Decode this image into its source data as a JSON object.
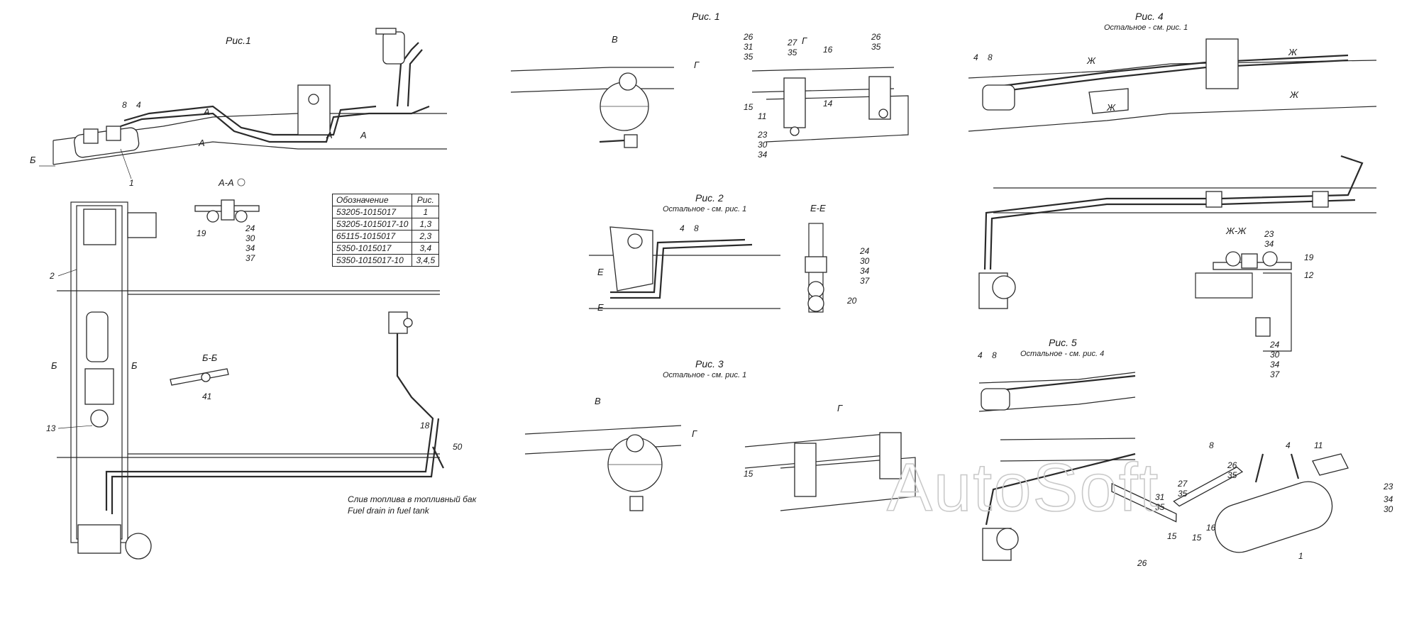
{
  "titles": {
    "fig1_left": "Рис.1",
    "fig1_mid": "Рис. 1",
    "fig2": "Рис. 2",
    "fig2_sub": "Остальное - см. рис. 1",
    "fig3": "Рис. 3",
    "fig3_sub": "Остальное - см. рис. 1",
    "fig4": "Рис. 4",
    "fig4_sub": "Остальное - см. рис. 1",
    "fig5": "Рис. 5",
    "fig5_sub": "Остальное - см. рис. 4"
  },
  "sections": {
    "AA": "А-А",
    "BB": "Б-Б",
    "EE": "Е-Е",
    "ZhZh": "Ж-Ж",
    "V": "В",
    "G": "Г",
    "A": "А",
    "B": "Б",
    "E": "Е",
    "Zh": "Ж"
  },
  "table": {
    "headers": [
      "Обозначение",
      "Рис."
    ],
    "rows": [
      [
        "53205-1015017",
        "1"
      ],
      [
        "53205-1015017-10",
        "1,3"
      ],
      [
        "65115-1015017",
        "2,3"
      ],
      [
        "5350-1015017",
        "3,4"
      ],
      [
        "5350-1015017-10",
        "3,4,5"
      ]
    ]
  },
  "notes": {
    "fuel_drain_ru": "Слив топлива в топливный бак",
    "fuel_drain_en": "Fuel drain in fuel tank"
  },
  "callouts": {
    "n1": "1",
    "n2": "2",
    "n4": "4",
    "n8": "8",
    "n11": "11",
    "n12": "12",
    "n13": "13",
    "n14": "14",
    "n15": "15",
    "n16": "16",
    "n18": "18",
    "n19": "19",
    "n20": "20",
    "n23": "23",
    "n24": "24",
    "n26": "26",
    "n27": "27",
    "n30": "30",
    "n31": "31",
    "n34": "34",
    "n35": "35",
    "n37": "37",
    "n41": "41",
    "n50": "50"
  },
  "watermark": "AutoSoft"
}
